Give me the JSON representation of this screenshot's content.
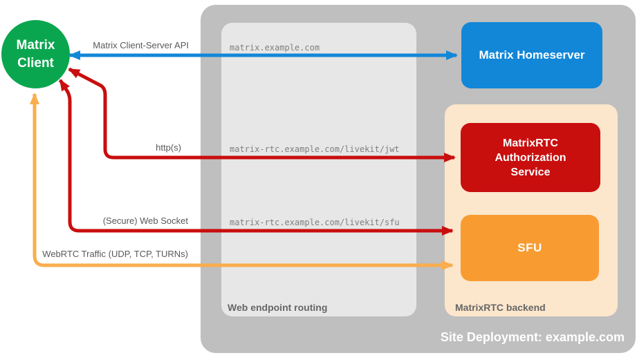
{
  "title": "Site Deployment: example.com",
  "nodes": {
    "client": "Matrix Client",
    "homeserver": "Matrix Homeserver",
    "auth_service": "MatrixRTC Authorization Service",
    "sfu": "SFU"
  },
  "panels": {
    "routing_label": "Web endpoint routing",
    "backend_label": "MatrixRTC backend"
  },
  "endpoints": {
    "homeserver_route": "matrix.example.com",
    "jwt_route": "matrix-rtc.example.com/livekit/jwt",
    "sfu_route": "matrix-rtc.example.com/livekit/sfu"
  },
  "arrows": {
    "client_server_api": "Matrix Client-Server API",
    "https": "http(s)",
    "websocket": "(Secure) Web Socket",
    "webrtc": "WebRTC Traffic (UDP, TCP, TURNs)"
  },
  "colors": {
    "green": "#0AA64F",
    "blue": "#1287D8",
    "red": "#C90E0E",
    "orange_box": "#F89C32",
    "orange_arrow": "#F9AE4D",
    "peach": "#FCE6CC",
    "container_gray": "#BFBFBF",
    "panel_gray": "#E7E7E7"
  }
}
